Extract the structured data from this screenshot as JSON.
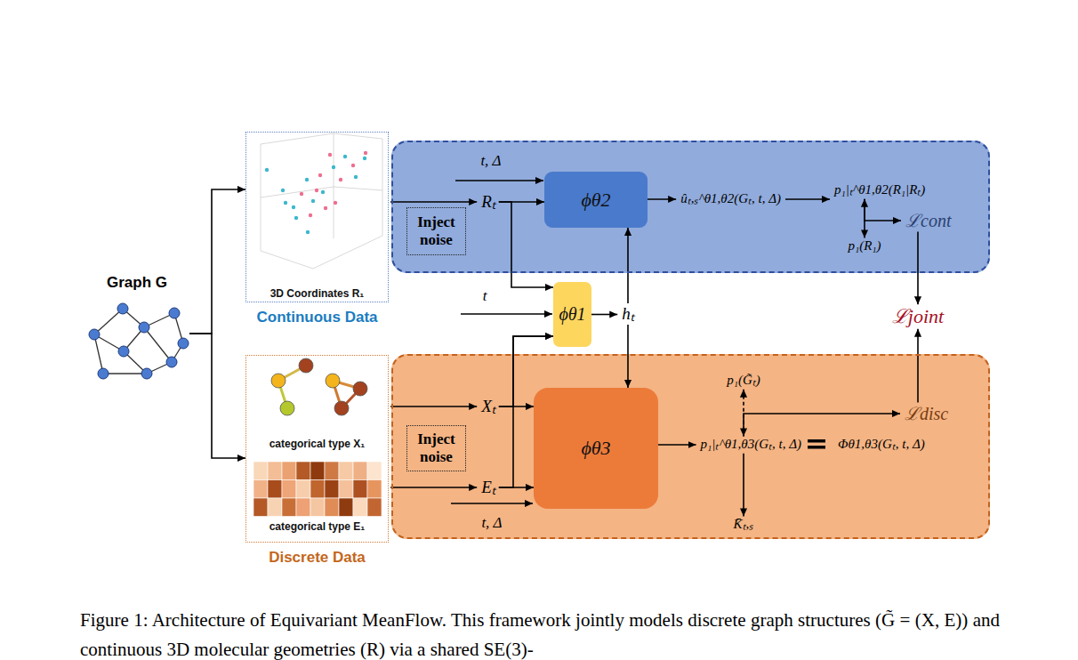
{
  "diagram": {
    "caption": "Figure 1: Architecture of Equivariant MeanFlow. This framework jointly models discrete graph structures (G̃ = (X, E)) and continuous 3D molecular geometries (R) via a shared SE(3)-",
    "nodes": [
      {
        "text": [
          "Graph G"
        ]
      },
      {
        "text": [
          "3D Coordinates R₁",
          "Continuous Data"
        ]
      },
      {
        "text": [
          "categorical type X₁",
          "categorical type E₁",
          "Discrete Data"
        ]
      },
      {
        "text": []
      },
      {
        "text": [
          "Inject noise"
        ],
        "in": 3
      },
      {
        "text": [
          "Rₜ"
        ],
        "in": 3
      },
      {
        "text": [
          "ϕθ2"
        ],
        "in": 3
      },
      {
        "text": [
          "ûₜ,ₛ^θ1,θ2(Gₜ, t, Δ)"
        ],
        "in": 3
      },
      {
        "text": [
          "p₁|ₜ^θ1,θ2(R₁|Rₜ)"
        ],
        "in": 3
      },
      {
        "text": [
          "p₁(R₁)"
        ],
        "in": 3
      },
      {
        "text": [
          "ℒcont"
        ],
        "in": 3
      },
      {
        "text": [
          "ϕθ1"
        ]
      },
      {
        "text": [
          "hₜ"
        ]
      },
      {
        "text": [
          "ℒjoint"
        ]
      },
      {
        "text": []
      },
      {
        "text": [
          "Inject noise"
        ],
        "in": 14
      },
      {
        "text": [
          "Xₜ"
        ],
        "in": 14
      },
      {
        "text": [
          "Eₜ"
        ],
        "in": 14
      },
      {
        "text": [
          "ϕθ3"
        ],
        "in": 14
      },
      {
        "text": [
          "p₁(G̃ₜ)"
        ],
        "in": 14
      },
      {
        "text": [
          "p₁|ₜ^θ1,θ3(Gₜ, t, Δ)"
        ],
        "in": 14
      },
      {
        "text": [
          "Φθ1,θ3(Gₜ, t, Δ)"
        ],
        "in": 14
      },
      {
        "text": [
          "ℒdisc"
        ],
        "in": 14
      },
      {
        "text": [
          "K̄ₜ,ₛ"
        ],
        "in": 14
      }
    ],
    "edges": [
      {
        "from": 0,
        "to": 1,
        "arrow": "to"
      },
      {
        "from": 0,
        "to": 2,
        "arrow": "to"
      },
      {
        "from": 1,
        "to": 5,
        "arrow": "to"
      },
      {
        "from": 2,
        "to": 16,
        "arrow": "to"
      },
      {
        "from": 2,
        "to": 17,
        "arrow": "to"
      },
      {
        "from": 5,
        "to": 6,
        "arrow": "to"
      },
      {
        "from": 5,
        "to": 11,
        "arrow": "to"
      },
      {
        "from": 6,
        "to": 7,
        "arrow": "to"
      },
      {
        "from": 7,
        "to": 8,
        "arrow": "to"
      },
      {
        "from": 8,
        "to": 9,
        "arrow": "both"
      },
      {
        "from": 8,
        "to": 10,
        "arrow": "to"
      },
      {
        "from": 16,
        "to": 18,
        "arrow": "to"
      },
      {
        "from": 17,
        "to": 18,
        "arrow": "to"
      },
      {
        "from": 16,
        "to": 11,
        "arrow": "to"
      },
      {
        "from": 17,
        "to": 11,
        "arrow": "to"
      },
      {
        "from": 11,
        "to": 12,
        "arrow": "to"
      },
      {
        "from": 12,
        "to": 6,
        "arrow": "to"
      },
      {
        "from": 12,
        "to": 18,
        "arrow": "to"
      },
      {
        "from": 18,
        "to": 20,
        "arrow": "to"
      },
      {
        "from": 19,
        "to": 20,
        "arrow": "both"
      },
      {
        "from": 20,
        "to": 22,
        "arrow": "to"
      },
      {
        "from": 20,
        "to": 23,
        "arrow": "to"
      },
      {
        "from": 10,
        "to": 13,
        "arrow": "to"
      },
      {
        "from": 22,
        "to": 13,
        "arrow": "to"
      }
    ],
    "labels": [
      "t, Δ",
      "t",
      "t, Δ"
    ]
  }
}
